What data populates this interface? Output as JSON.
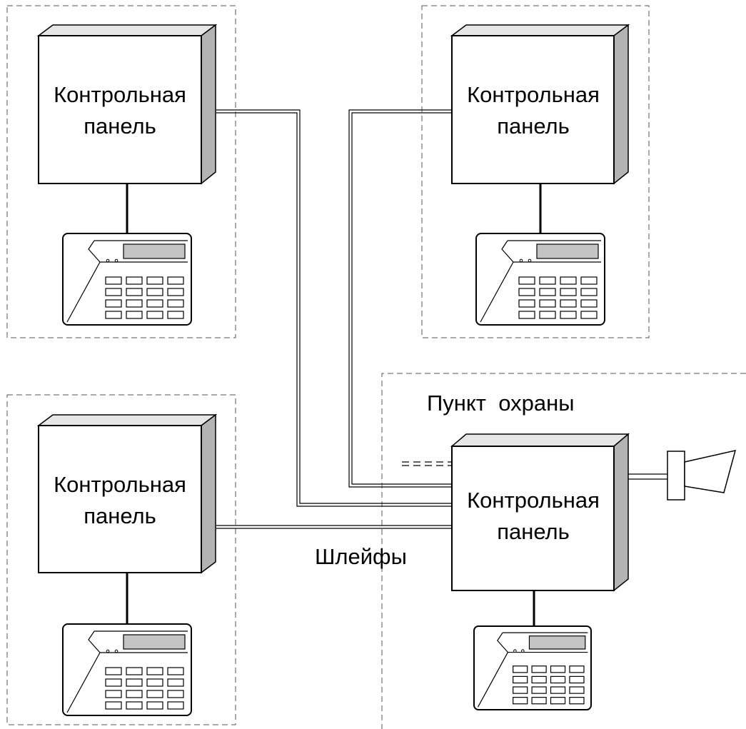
{
  "panel_label_line1": "Контрольная",
  "panel_label_line2": "панель",
  "guard_post_label": "Пункт  охраны",
  "loops_label": "Шлейфы"
}
